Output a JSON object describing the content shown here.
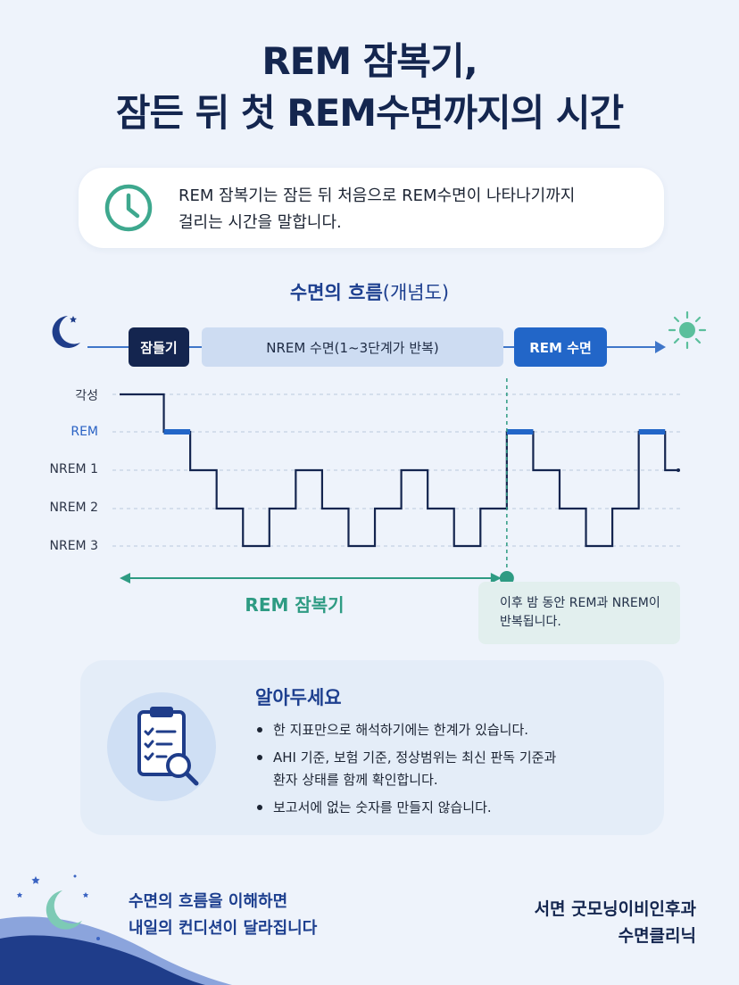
{
  "title": {
    "line1": "REM 잠복기,",
    "line2": "잠든 뒤 첫 REM수면까지의 시간"
  },
  "definition": {
    "icon": "clock-icon",
    "line1": "REM 잠복기는 잠든 뒤 처음으로 REM수면이 나타나기까지",
    "line2": "걸리는 시간을 말합니다."
  },
  "flow": {
    "title": "수면의 흐름",
    "title_paren": "(개념도)",
    "stages": {
      "sleep_onset": "잠들기",
      "nrem": "NREM 수면(1~3단계가 반복)",
      "rem": "REM 수면"
    },
    "start_icon": "moon-icon",
    "end_icon": "sun-icon"
  },
  "chart_data": {
    "type": "line",
    "step": true,
    "y_levels": [
      "각성",
      "REM",
      "NREM 1",
      "NREM 2",
      "NREM 3"
    ],
    "hypnogram": [
      0,
      1,
      2,
      3,
      4,
      3,
      2,
      3,
      4,
      3,
      2,
      3,
      4,
      3,
      1,
      2,
      3,
      4,
      3,
      1,
      2
    ],
    "first_rem_index": 14,
    "rem_highlight_color": "#2266c8",
    "line_color": "#14254f",
    "accent_color": "#2e9b83",
    "grid": "dashed",
    "latency_label": "REM 잠복기",
    "note": {
      "line1": "이후 밤 동안 REM과 NREM이",
      "line2": "반복됩니다."
    }
  },
  "info": {
    "icon": "clipboard-check-icon",
    "title": "알아두세요",
    "items": [
      "한 지표만으로 해석하기에는 한계가 있습니다.",
      "AHI 기준, 보험 기준, 정상범위는 최신 판독 기준과\n환자 상태를 함께 확인합니다.",
      "보고서에 없는 숫자를 만들지 않습니다."
    ]
  },
  "footer": {
    "tagline_line1": "수면의 흐름을 이해하면",
    "tagline_line2": "내일의 컨디션이 달라집니다",
    "clinic_line1": "서면 굿모닝이비인후과",
    "clinic_line2": "수면클리닉"
  },
  "colors": {
    "background": "#eef3fb",
    "navy": "#14264f",
    "blue": "#2266c8",
    "teal": "#2e9b83"
  }
}
